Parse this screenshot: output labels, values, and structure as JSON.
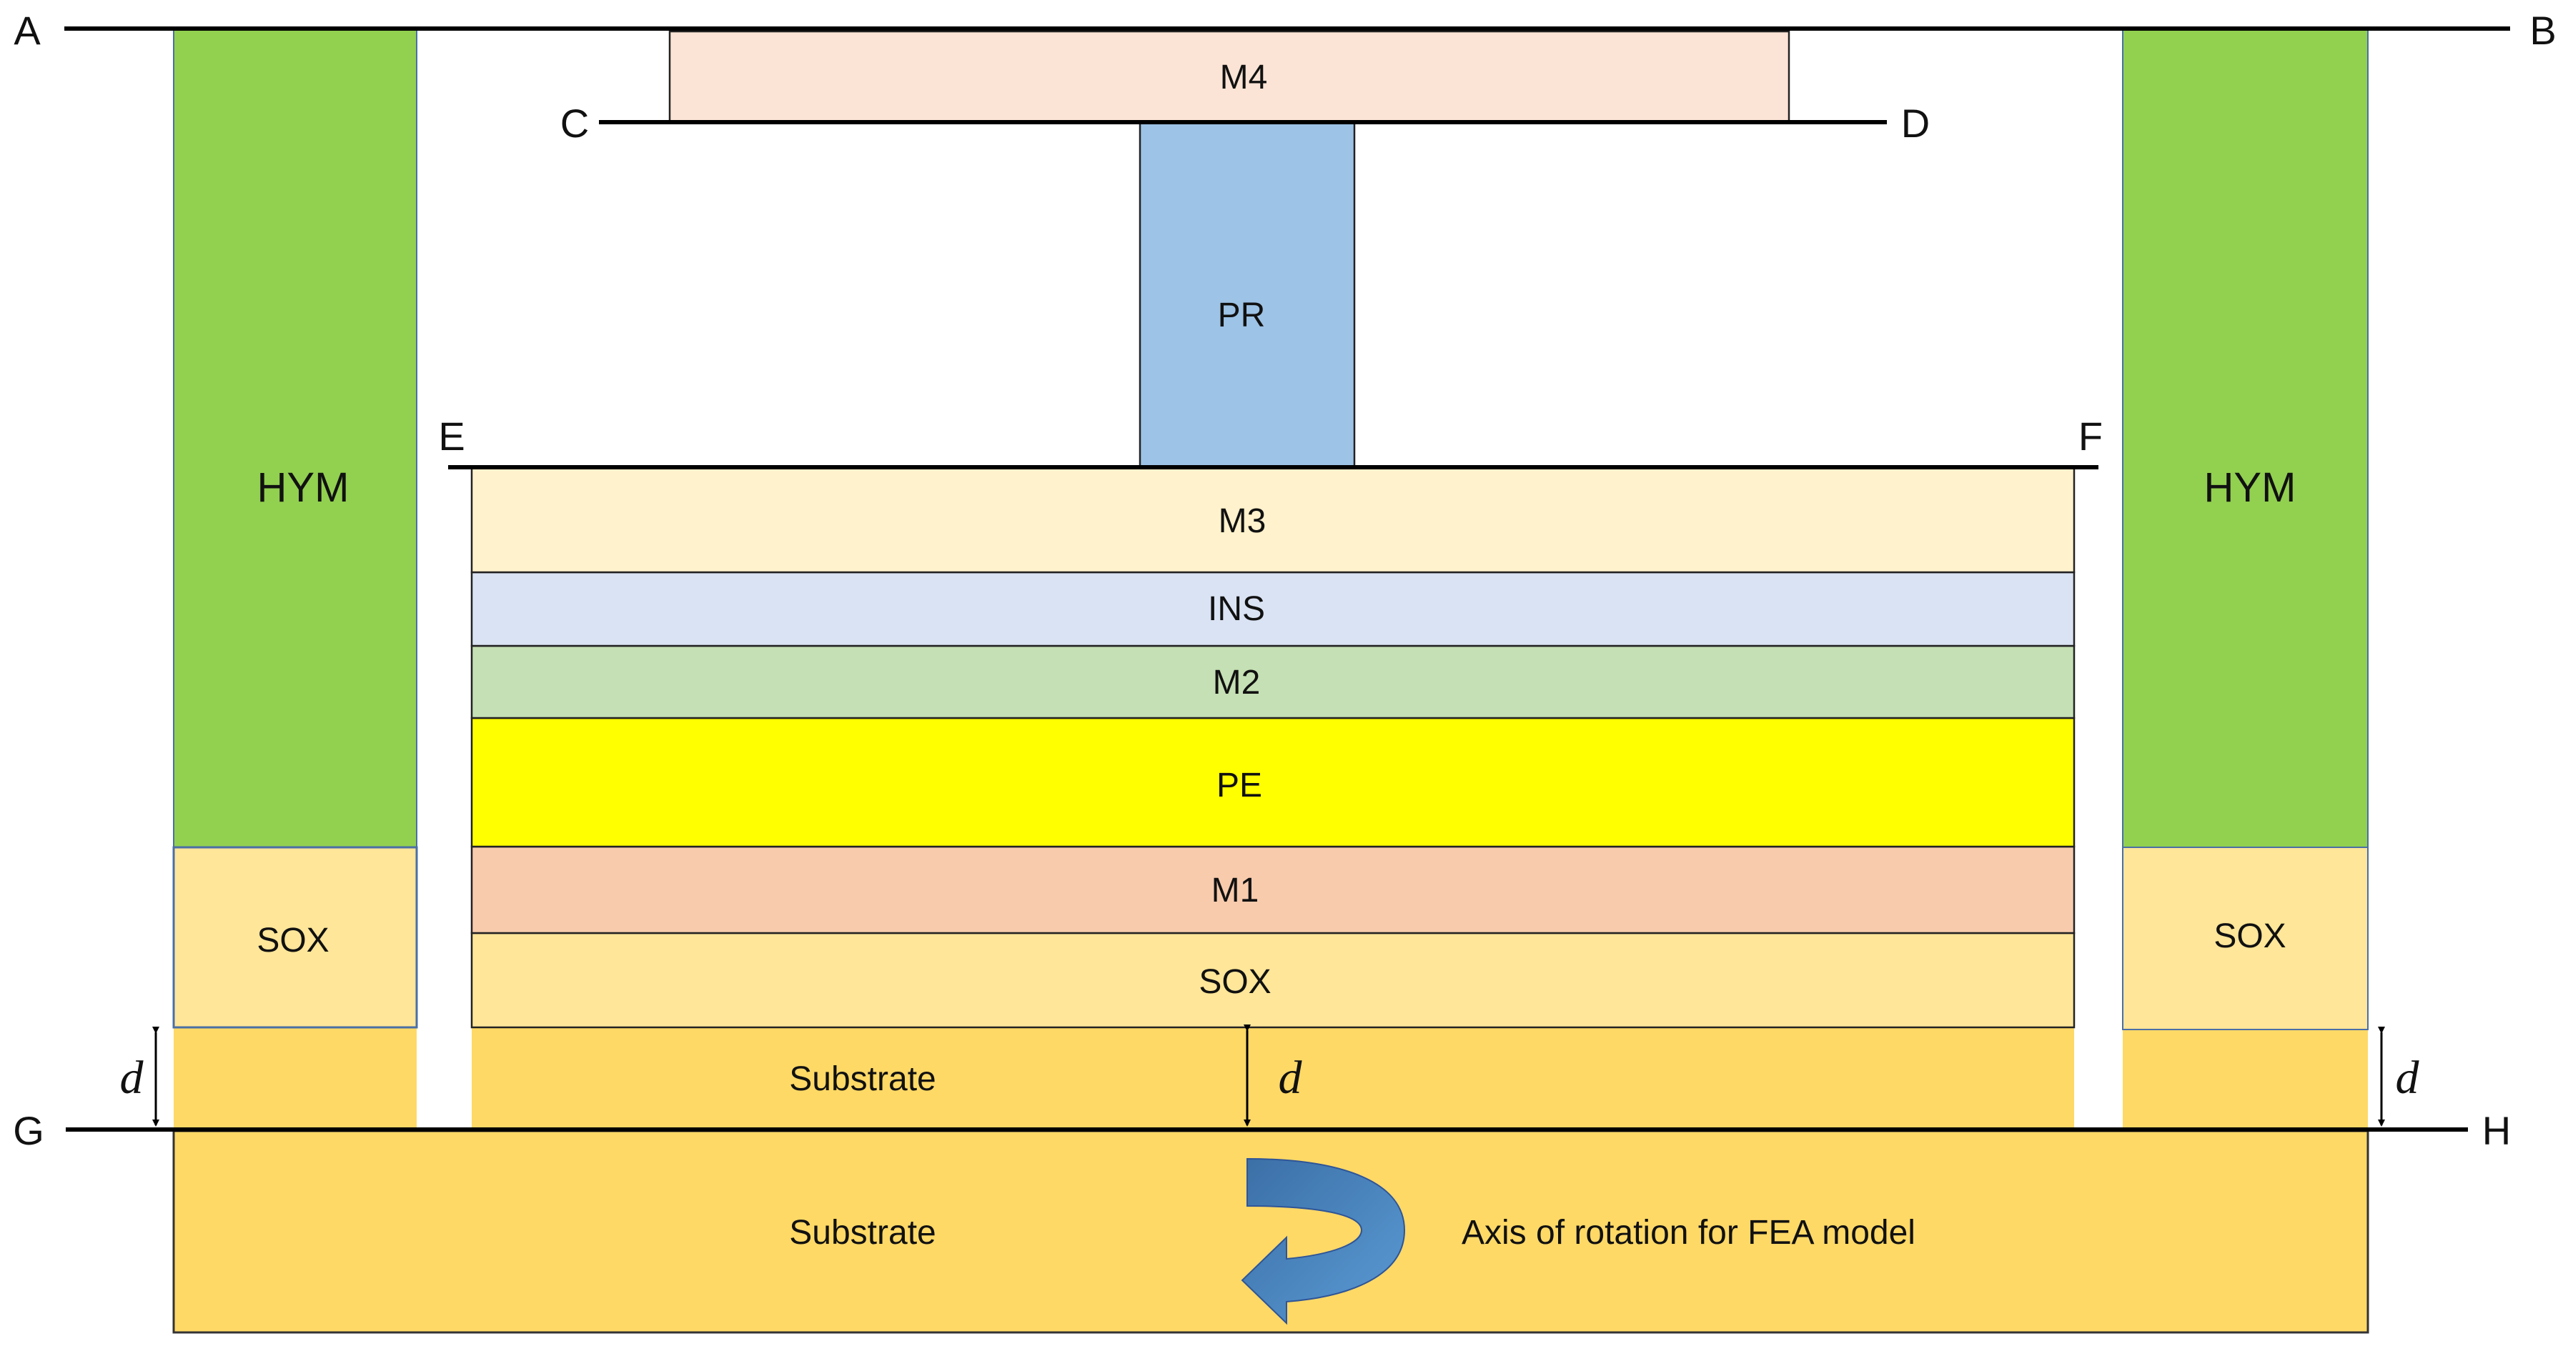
{
  "labels": {
    "m4": "M4",
    "pr": "PR",
    "m3": "M3",
    "ins": "INS",
    "m2": "M2",
    "pe": "PE",
    "m1": "M1",
    "sox_center": "SOX",
    "sox_left": "SOX",
    "sox_right": "SOX",
    "hym_left": "HYM",
    "hym_right": "HYM",
    "substrate_upper": "Substrate",
    "substrate_lower": "Substrate",
    "axis_caption": "Axis of rotation for FEA model",
    "d_left": "d",
    "d_center": "d",
    "d_right": "d"
  },
  "line_letters": {
    "a": "A",
    "b": "B",
    "c": "C",
    "d": "D",
    "e": "E",
    "f": "F",
    "g": "G",
    "h": "H"
  },
  "colors": {
    "m4": "#FBE4D5",
    "pr": "#9DC3E6",
    "m3": "#FFF2CC",
    "ins": "#DAE3F3",
    "m2": "#C5E0B4",
    "pe": "#FFFF00",
    "m1": "#F8CBAD",
    "sox": "#FFE699",
    "hym": "#92D050",
    "substrate": "#FFD966",
    "arrow": "#4472A8"
  },
  "icons": {
    "rotation_arrow": "curved-arrow-icon",
    "dimension_arrow": "double-arrow-icon"
  }
}
